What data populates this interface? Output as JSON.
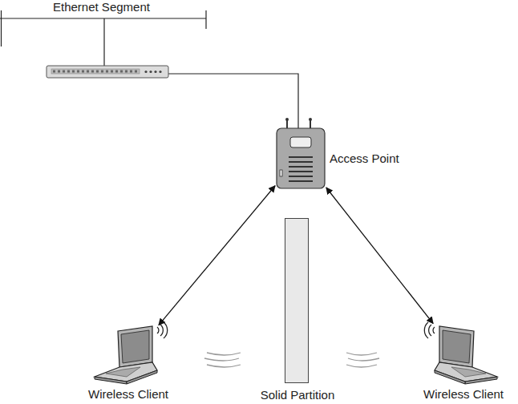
{
  "diagram": {
    "nodes": [
      {
        "text": [
          "Access Point"
        ]
      },
      {
        "text": [
          "Wireless Client"
        ]
      },
      {
        "text": [
          "Solid Partition"
        ]
      },
      {
        "text": [
          "Wireless Client"
        ]
      }
    ],
    "edges": [
      {
        "from": 0,
        "to": 1,
        "arrow": "both"
      },
      {
        "from": 0,
        "to": 3,
        "arrow": "both"
      }
    ],
    "labels": [
      "Ethernet Segment"
    ]
  }
}
